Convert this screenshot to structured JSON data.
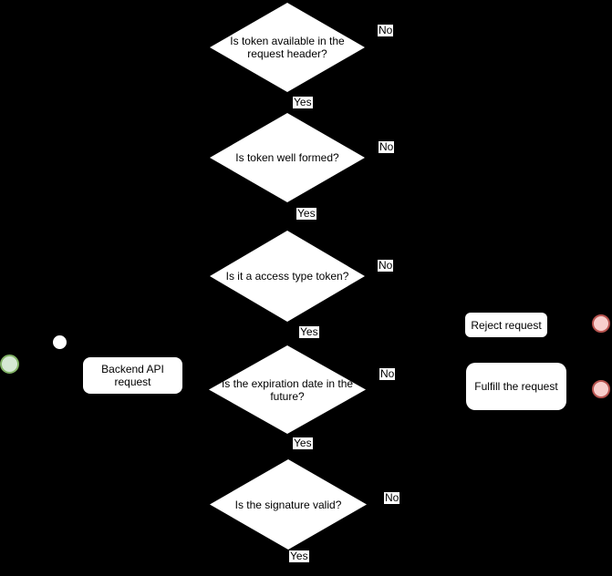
{
  "colors": {
    "background": "#000000",
    "shape_fill": "#ffffff",
    "shape_text": "#000000",
    "edge_label_bg": "#ffffff",
    "edge_label_text": "#000000",
    "start_fill": "#d5e8d4",
    "start_stroke": "#82b366",
    "end_fill": "#f8cecc",
    "end_stroke": "#b85450",
    "junction_fill": "#ffffff"
  },
  "decisions": [
    {
      "question": "Is token available in the\nrequest header?",
      "no_label": "No",
      "yes_label": "Yes"
    },
    {
      "question": "Is token well formed?",
      "no_label": "No",
      "yes_label": "Yes"
    },
    {
      "question": "Is it a access type token?",
      "no_label": "No",
      "yes_label": "Yes"
    },
    {
      "question": "Is the expiration date in the\nfuture?",
      "no_label": "No",
      "yes_label": "Yes"
    },
    {
      "question": "Is the signature valid?",
      "no_label": "No",
      "yes_label": "Yes"
    }
  ],
  "nodes": {
    "backend": "Backend API\nrequest",
    "reject": "Reject request",
    "fulfill": "Fulfill the request"
  }
}
